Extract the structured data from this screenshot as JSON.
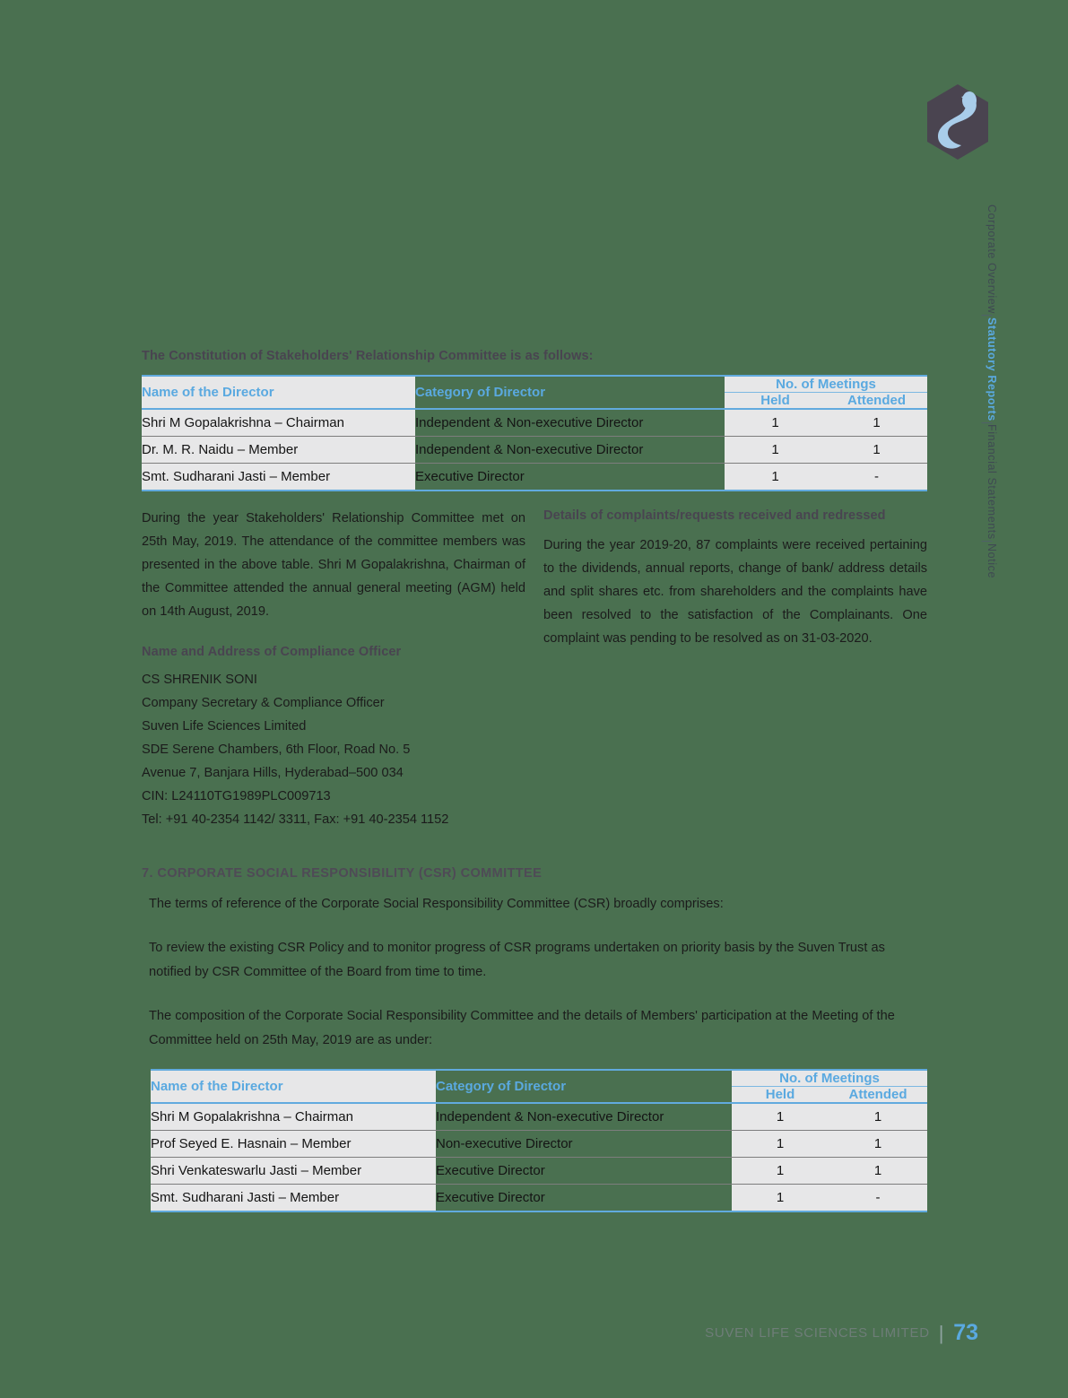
{
  "page": {
    "background_color": "#4a7050",
    "accent_blue": "#5aa9e0",
    "heading_color": "#494450"
  },
  "logo": {
    "name": "suven-hexagon-logo"
  },
  "side_rail": {
    "items": [
      "Corporate Overview",
      "Statutory Reports",
      "Financial Statements",
      "Notice"
    ],
    "active": "Statutory Reports",
    "separator": "|"
  },
  "section_stakeholders": {
    "heading": "The Constitution of Stakeholders' Relationship Committee is as follows:",
    "table": {
      "header": {
        "name": "Name of the Director",
        "category": "Category of Director",
        "meetings": "No. of Meetings",
        "held": "Held",
        "attended": "Attended"
      },
      "rows": [
        {
          "name": "Shri M Gopalakrishna – Chairman",
          "category": "Independent & Non-executive Director",
          "held": "1",
          "attended": "1"
        },
        {
          "name": "Dr. M. R. Naidu – Member",
          "category": "Independent & Non-executive Director",
          "held": "1",
          "attended": "1"
        },
        {
          "name": "Smt. Sudharani Jasti – Member",
          "category": "Executive Director",
          "held": "1",
          "attended": "-"
        }
      ]
    }
  },
  "left_column": {
    "paragraph": "During the year Stakeholders' Relationship Committee met on 25th May, 2019. The attendance of the committee members was presented in the above table. Shri M Gopalakrishna, Chairman of the Committee attended the annual general meeting (AGM) held on 14th August, 2019.",
    "compliance_heading": "Name and Address of Compliance Officer",
    "address_lines": [
      "CS SHRENIK SONI",
      "Company Secretary & Compliance Officer",
      "Suven Life Sciences Limited",
      "SDE Serene Chambers, 6th Floor, Road No. 5",
      "Avenue 7, Banjara Hills, Hyderabad–500 034",
      "CIN: L24110TG1989PLC009713",
      "Tel: +91 40-2354 1142/ 3311, Fax: +91 40-2354 1152"
    ]
  },
  "right_column": {
    "heading": "Details of complaints/requests received and redressed",
    "paragraph": "During the year 2019-20, 87 complaints were received pertaining to the dividends, annual reports, change of bank/ address details and split shares etc. from shareholders and the complaints have been resolved to the satisfaction of the Complainants. One complaint was pending to be resolved as on 31-03-2020."
  },
  "section_csr": {
    "heading": "7.  CORPORATE SOCIAL RESPONSIBILITY (CSR) COMMITTEE",
    "intro": "The terms of reference of the Corporate Social Responsibility Committee (CSR) broadly comprises:",
    "paragraph_1": "To review the existing CSR Policy and to monitor progress of CSR programs undertaken on priority basis by the Suven Trust as notified by CSR Committee of the Board from time to time.",
    "paragraph_2": "The composition of the Corporate Social Responsibility Committee and the details of Members' participation at the Meeting of the Committee held on 25th May, 2019 are as under:",
    "table": {
      "header": {
        "name": "Name of the Director",
        "category": "Category of Director",
        "meetings": "No. of Meetings",
        "held": "Held",
        "attended": "Attended"
      },
      "rows": [
        {
          "name": "Shri M Gopalakrishna – Chairman",
          "category": "Independent & Non-executive Director",
          "held": "1",
          "attended": "1"
        },
        {
          "name": "Prof Seyed E. Hasnain – Member",
          "category": "Non-executive Director",
          "held": "1",
          "attended": "1"
        },
        {
          "name": "Shri Venkateswarlu Jasti – Member",
          "category": "Executive Director",
          "held": "1",
          "attended": "1"
        },
        {
          "name": "Smt. Sudharani Jasti  – Member",
          "category": "Executive Director",
          "held": "1",
          "attended": "-"
        }
      ]
    }
  },
  "footer": {
    "company": "SUVEN LIFE SCIENCES LIMITED",
    "separator": "|",
    "page_number": "73"
  }
}
